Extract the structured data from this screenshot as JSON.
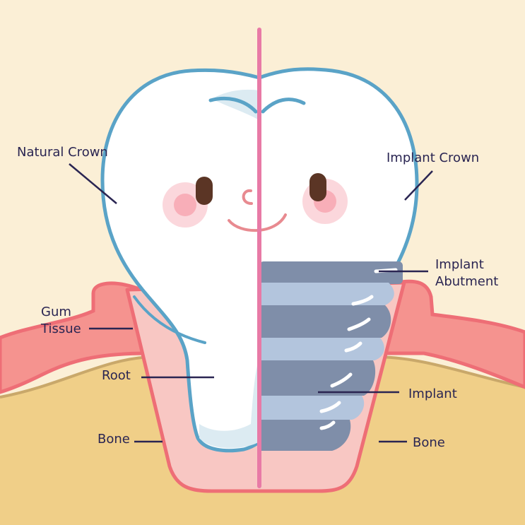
{
  "labels": {
    "natural_crown": "Natural Crown",
    "implant_crown": "Implant Crown",
    "implant_abutment_line1": "Implant",
    "implant_abutment_line2": "Abutment",
    "gum_tissue_line1": "Gum",
    "gum_tissue_line2": "Tissue",
    "root": "Root",
    "implant": "Implant",
    "bone_left": "Bone",
    "bone_right": "Bone"
  },
  "colors": {
    "background": "#fbefd6",
    "bone": "#f0cf88",
    "gum": "#f5938f",
    "gum_outline": "#ee6e76",
    "socket": "#f8c7c3",
    "tooth": "#ffffff",
    "tooth_outline": "#5aa3c7",
    "implant": "#7f8ea9",
    "implant_light": "#b3c5dd",
    "divider": "#e87aa6",
    "label_text": "#2a2552"
  }
}
